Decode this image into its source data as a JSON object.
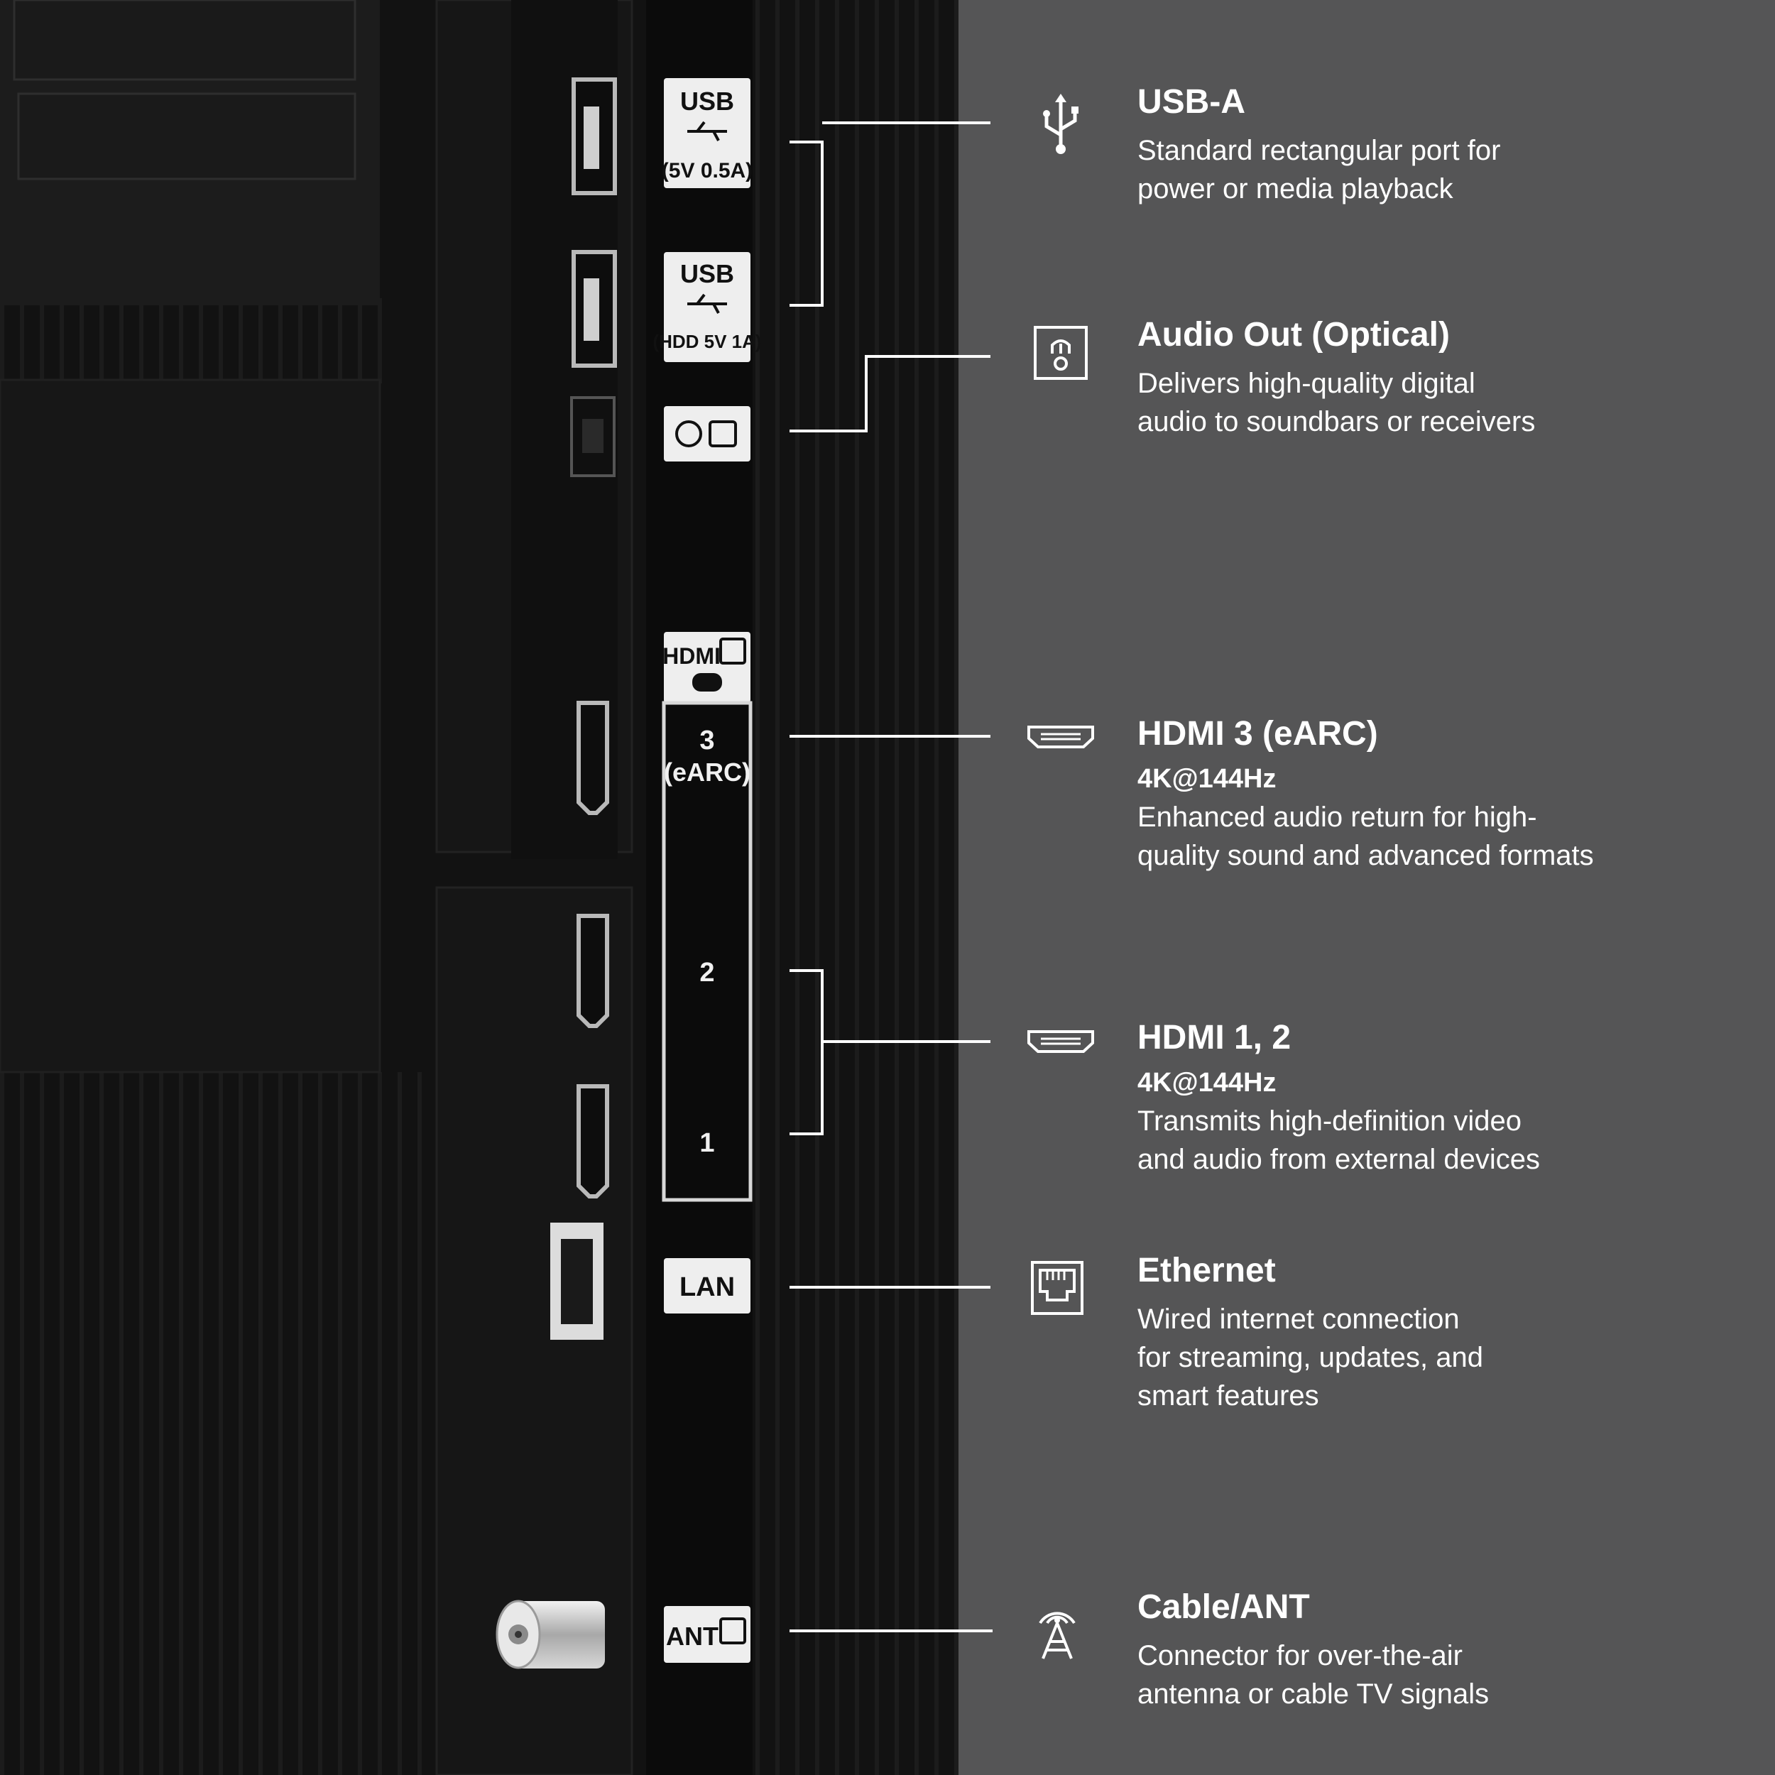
{
  "colors": {
    "panel_bg": "#555556",
    "tv_body": "#141414",
    "label_bg": "#eeeeee",
    "line": "#ffffff"
  },
  "tv_labels": {
    "usb1_top": "USB",
    "usb1_bottom": "(5V 0.5A)",
    "usb2_top": "USB",
    "usb2_bottom": "(HDD 5V 1A)",
    "hdmi_header": "HDMI",
    "hdmi3_num": "3",
    "hdmi3_earc": "(eARC)",
    "hdmi2_num": "2",
    "hdmi1_num": "1",
    "lan": "LAN",
    "ant": "ANT"
  },
  "ports": [
    {
      "id": "usb-a",
      "icon": "usb-icon",
      "title": "USB-A",
      "spec": "",
      "desc": "Standard rectangular port for\npower or media playback"
    },
    {
      "id": "audio-out",
      "icon": "optical-audio-icon",
      "title": "Audio Out (Optical)",
      "spec": "",
      "desc": "Delivers high-quality digital\naudio to soundbars or receivers"
    },
    {
      "id": "hdmi3",
      "icon": "hdmi-icon",
      "title": "HDMI 3 (eARC)",
      "spec": "4K@144Hz",
      "desc": "Enhanced audio return for high-\nquality sound and advanced formats"
    },
    {
      "id": "hdmi12",
      "icon": "hdmi-icon",
      "title": "HDMI 1, 2",
      "spec": "4K@144Hz",
      "desc": "Transmits high-definition video\nand audio from external devices"
    },
    {
      "id": "ethernet",
      "icon": "ethernet-icon",
      "title": "Ethernet",
      "spec": "",
      "desc": "Wired internet connection\nfor streaming, updates, and\nsmart features"
    },
    {
      "id": "cable-ant",
      "icon": "antenna-icon",
      "title": "Cable/ANT",
      "spec": "",
      "desc": "Connector for over-the-air\nantenna or cable TV signals"
    }
  ]
}
